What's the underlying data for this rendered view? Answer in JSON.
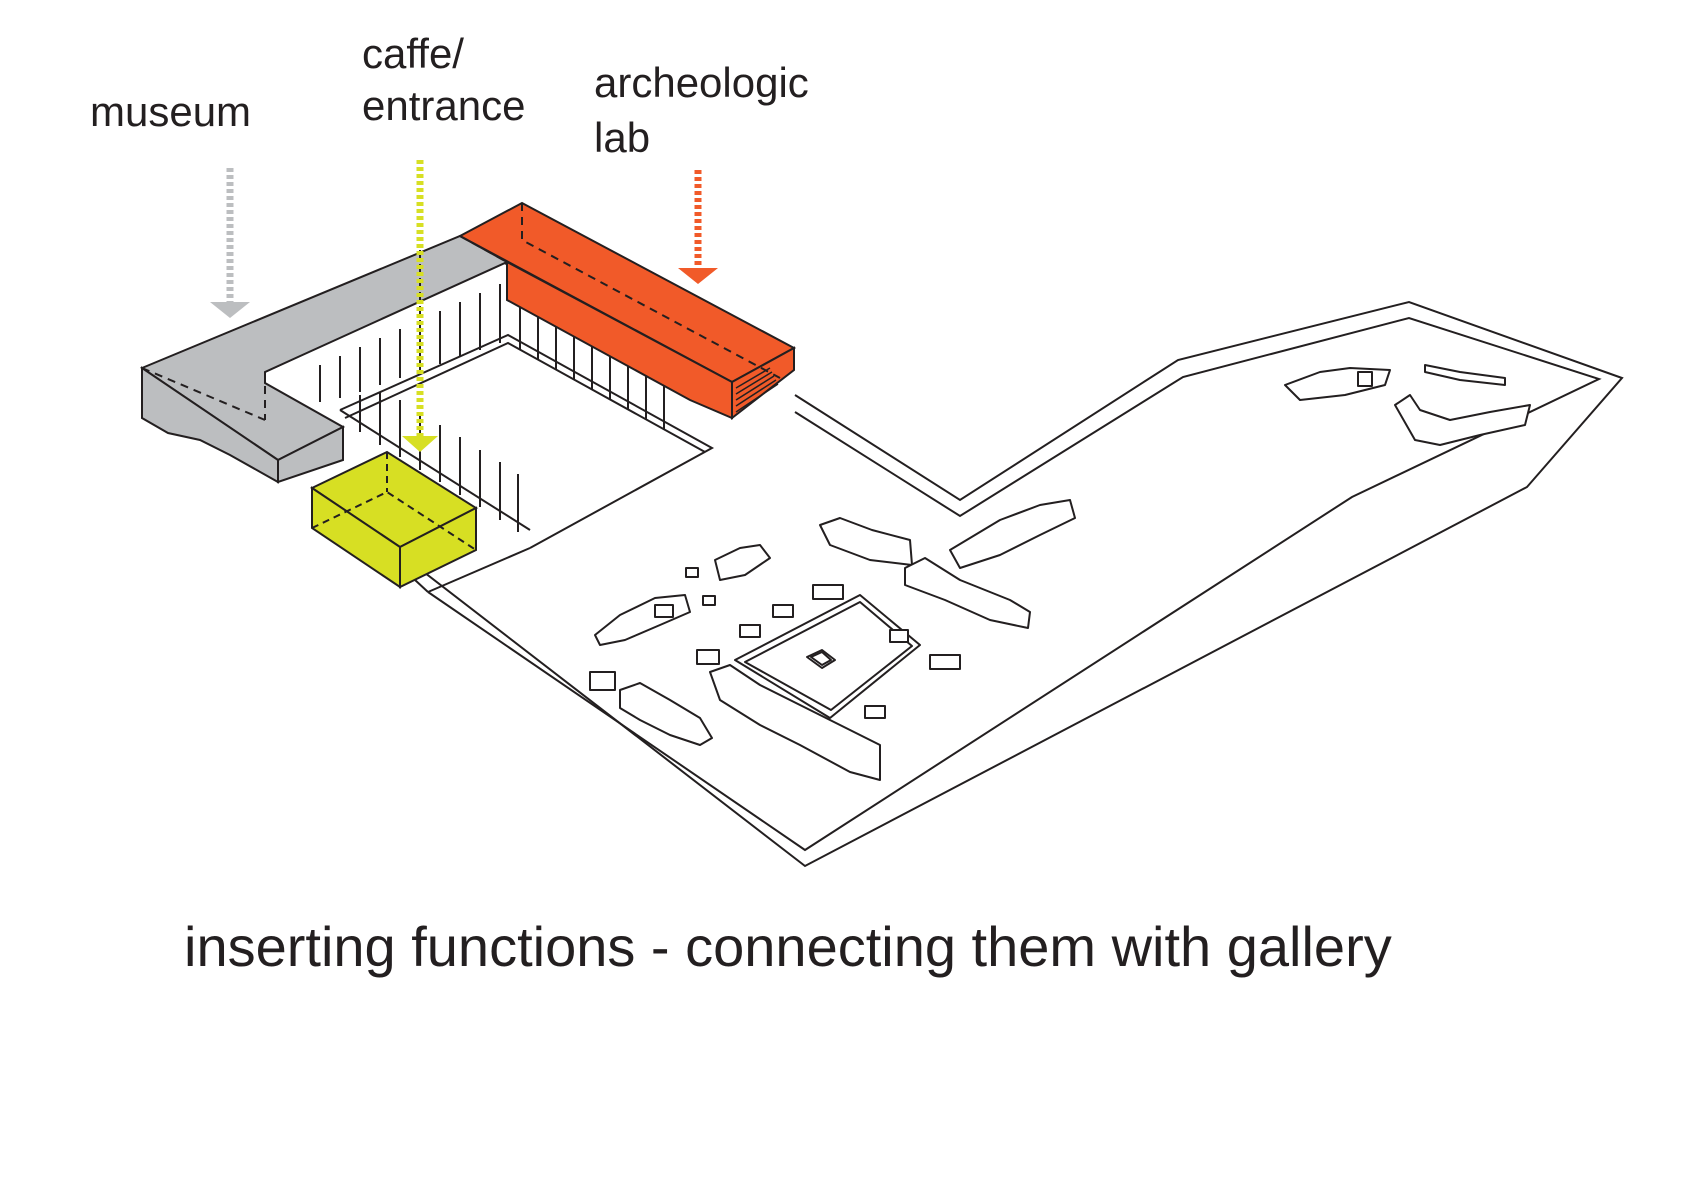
{
  "labels": {
    "museum": "museum",
    "caffe_line1": "caffe/",
    "caffe_line2": "entrance",
    "lab_line1": "archeologic",
    "lab_line2": "lab"
  },
  "caption": "inserting functions - connecting them with gallery",
  "colors": {
    "museum": "#bcbec0",
    "caffe": "#d7df23",
    "lab": "#f15a29",
    "line": "#231f20",
    "background": "#ffffff"
  }
}
